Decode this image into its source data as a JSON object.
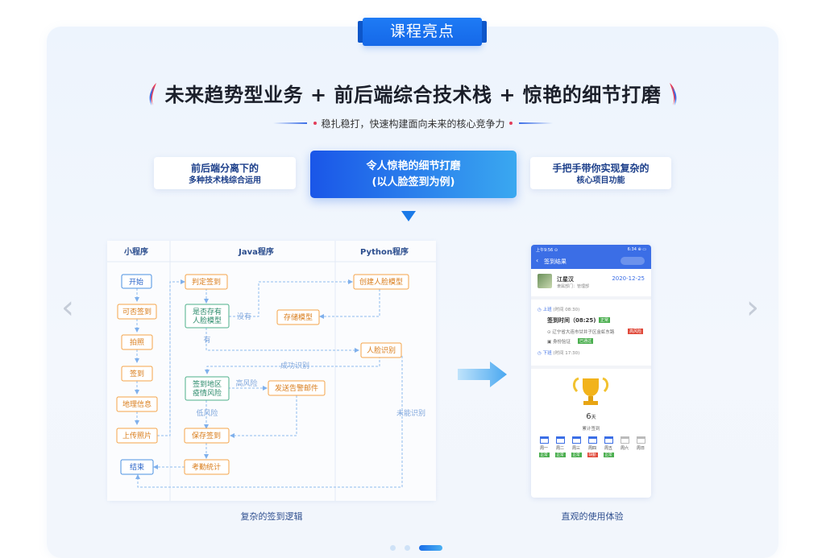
{
  "section_badge": "课程亮点",
  "headline": "未来趋势型业务 + 前后端综合技术栈 + 惊艳的细节打磨",
  "subline": "稳扎稳打，快速构建面向未来的核心竞争力",
  "tabs": [
    {
      "line1": "前后端分离下的",
      "line2": "多种技术栈综合运用"
    },
    {
      "line1": "令人惊艳的细节打磨",
      "line2": "(以人脸签到为例)"
    },
    {
      "line1": "手把手带你实现复杂的",
      "line2": "核心项目功能"
    }
  ],
  "flow": {
    "headers": [
      "小程序",
      "Java程序",
      "Python程序"
    ],
    "mini": [
      "开始",
      "可否签到",
      "拍照",
      "签到",
      "地理信息",
      "上传照片",
      "结束"
    ],
    "java": [
      "判定签到",
      "是否存有人脸模型",
      "存储模型",
      "签到地区疫情风险",
      "发送告警邮件",
      "保存签到",
      "考勤统计"
    ],
    "python": [
      "创建人脸模型",
      "人脸识别"
    ],
    "edge_labels": {
      "no": "没有",
      "yes": "有",
      "high": "高风险",
      "low": "低风险",
      "success": "成功识别",
      "fail": "未能识别"
    }
  },
  "phone": {
    "status_left": "上午9:56 ⊙",
    "status_right": "6:34 ⊕ ▭",
    "title": "签到结果",
    "name": "江星汉",
    "dept": "隶属部门：管理部",
    "date": "2020-12-25",
    "on_label": "上班",
    "on_time": "(时间 08:30)",
    "sign_time": "签到时间（08:25)",
    "status_ok": "正常",
    "address": "辽宁省大连市甘井子区金虹东路",
    "risk": "高风险",
    "id_check": "身份验证",
    "id_ok": "已通过",
    "off_label": "下班",
    "off_time": "(时间 17:30)",
    "days": "6",
    "days_unit": "天",
    "total": "累计签到",
    "week": [
      "周一",
      "周二",
      "周三",
      "周四",
      "周五",
      "周六",
      "周日"
    ],
    "week_status": [
      "正常",
      "正常",
      "正常",
      "缺勤",
      "正常",
      "",
      ""
    ]
  },
  "captions": {
    "left": "复杂的签到逻辑",
    "right": "直观的使用体验"
  },
  "colors": {
    "accent": "#1a6de8",
    "orange": "#f4a348",
    "blue_box": "#4a90e2",
    "green": "#4caf50",
    "red": "#e0493a"
  }
}
